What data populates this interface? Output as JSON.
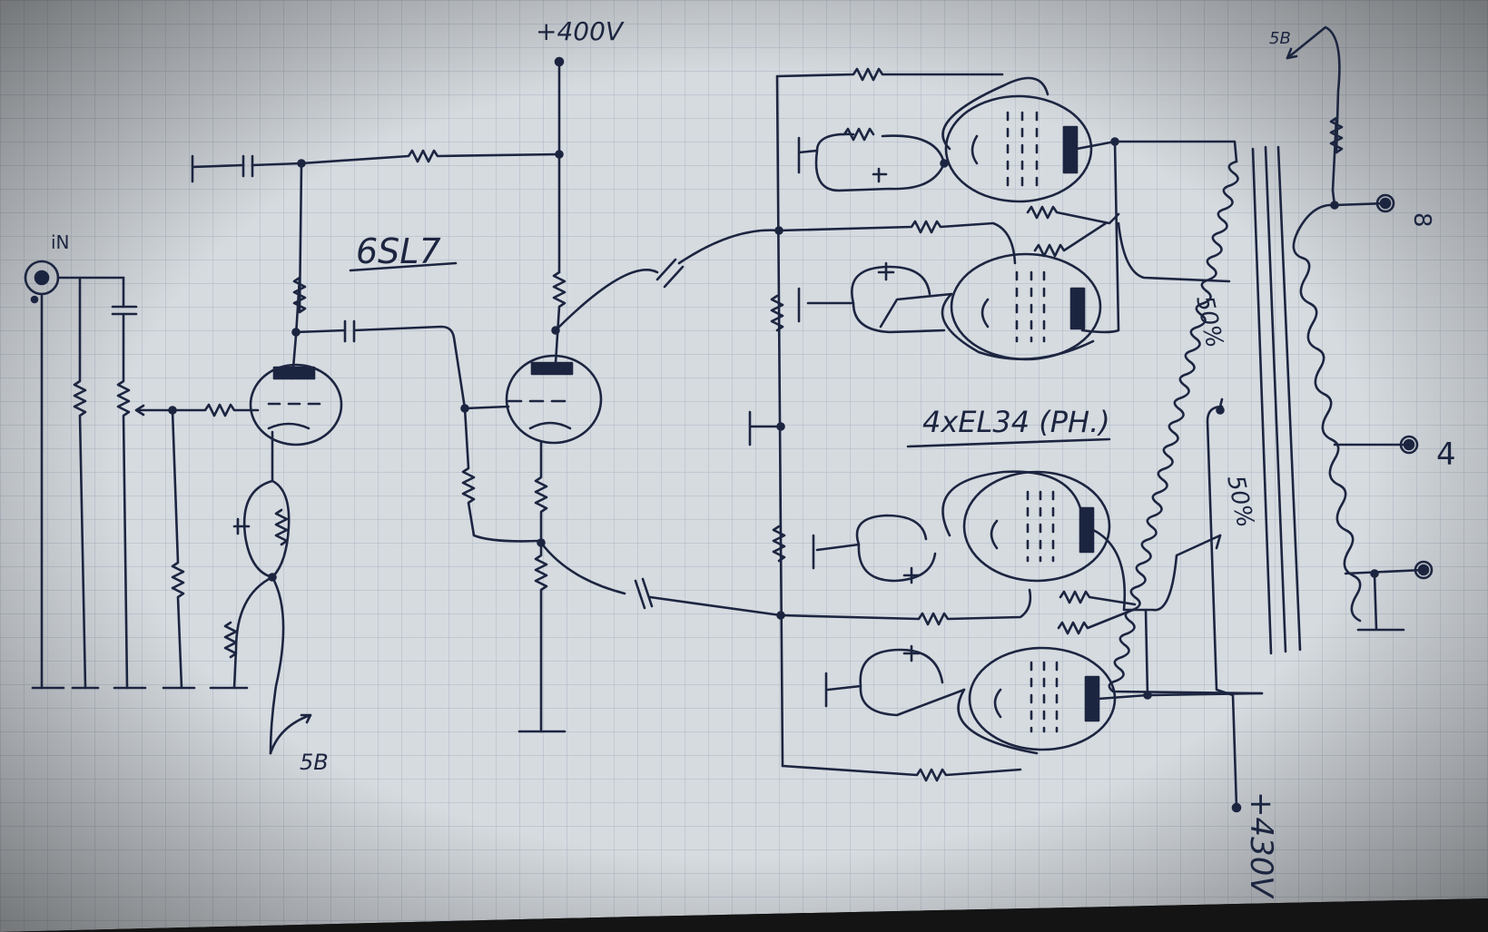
{
  "labels": {
    "input": "iN",
    "supply_preamp": "+400V",
    "supply_output": "+430V",
    "preamp_tube": "6SL7",
    "output_tubes": "4xEL34 (PH.)",
    "feedback_top": "5B",
    "feedback_bottom": "5B",
    "tap_primary_upper": "50%",
    "tap_primary_lower": "50%",
    "speaker_8": "8",
    "speaker_4": "4"
  },
  "colors": {
    "paper": "#d6dbe0",
    "ink": "#1c2540",
    "grid": "#aab4c2"
  }
}
